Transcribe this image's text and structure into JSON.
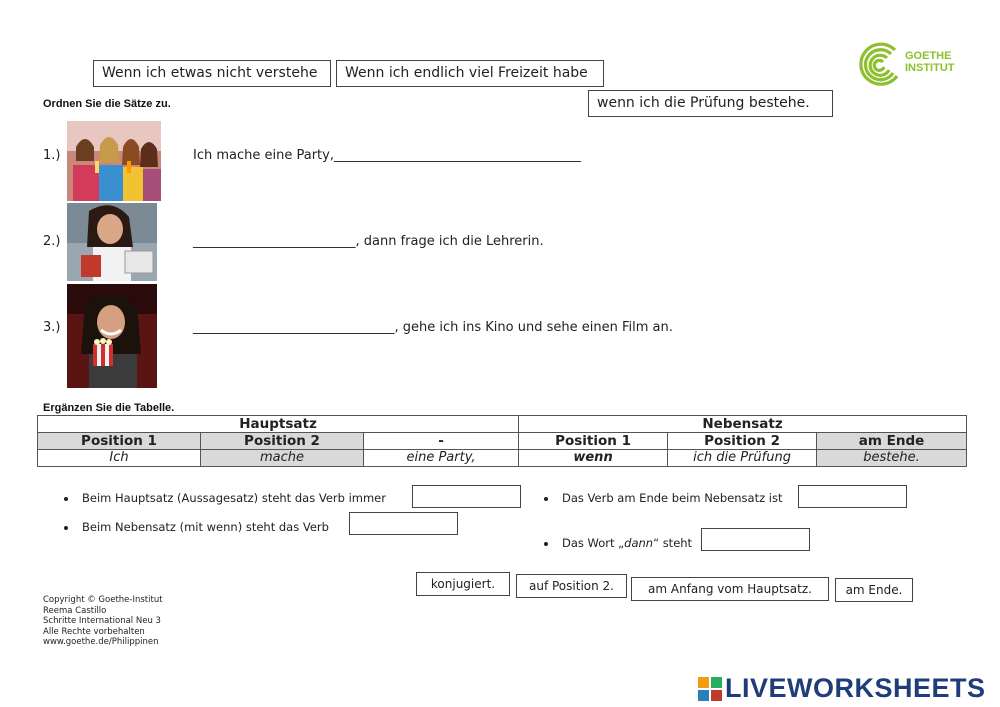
{
  "top_chips": [
    "Wenn ich etwas nicht verstehe",
    "Wenn ich endlich viel Freizeit habe",
    "wenn ich die Prüfung bestehe."
  ],
  "logo": {
    "line1": "GOETHE",
    "line2": "INSTITUT",
    "color": "#8dbf2f"
  },
  "instruction1": "Ordnen Sie die Sätze zu.",
  "exercises": [
    {
      "num": "1.)",
      "text": "Ich mache eine Party,______________________________________"
    },
    {
      "num": "2.)",
      "text": "_________________________, dann frage ich die Lehrerin."
    },
    {
      "num": "3.)",
      "text": "_______________________________, gehe ich ins Kino und sehe einen Film an."
    }
  ],
  "instruction2": "Ergänzen Sie die Tabelle.",
  "table": {
    "group_headers": [
      "Hauptsatz",
      "Nebensatz"
    ],
    "columns": [
      "Position 1",
      "Position 2",
      "-",
      "Position 1",
      "Position 2",
      "am Ende"
    ],
    "row": [
      "Ich",
      "mache",
      "eine Party,",
      "wenn",
      "ich die Prüfung",
      "bestehe."
    ]
  },
  "bullets": {
    "b1": "Beim Hauptsatz (Aussagesatz) steht das Verb immer",
    "b2": "Beim Nebensatz (mit wenn) steht das Verb",
    "b3": "Das Verb am Ende beim Nebensatz ist",
    "b4_pre": "Das Wort „",
    "b4_word": "dann",
    "b4_post": "“ steht"
  },
  "answer_chips": [
    "konjugiert.",
    "auf Position 2.",
    "am Anfang vom Hauptsatz.",
    "am Ende."
  ],
  "copyright": [
    "Copyright © Goethe-Institut",
    "Reema Castillo",
    "Schritte International Neu 3",
    "Alle Rechte vorbehalten",
    "www.goethe.de/Philippinen"
  ],
  "brand": {
    "text": "LIVEWORKSHEETS",
    "color": "#1f3d7a"
  }
}
